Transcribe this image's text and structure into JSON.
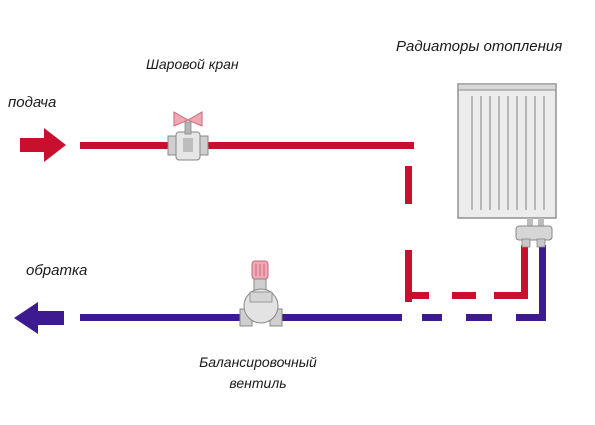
{
  "labels": {
    "supply": "подача",
    "return": "обратка",
    "ball_valve": "Шаровой кран",
    "radiators": "Радиаторы отопления",
    "balancing_valve_line1": "Балансировочный",
    "balancing_valve_line2": "вентиль"
  },
  "colors": {
    "supply": "#c8102e",
    "return": "#3d1a8f"
  }
}
